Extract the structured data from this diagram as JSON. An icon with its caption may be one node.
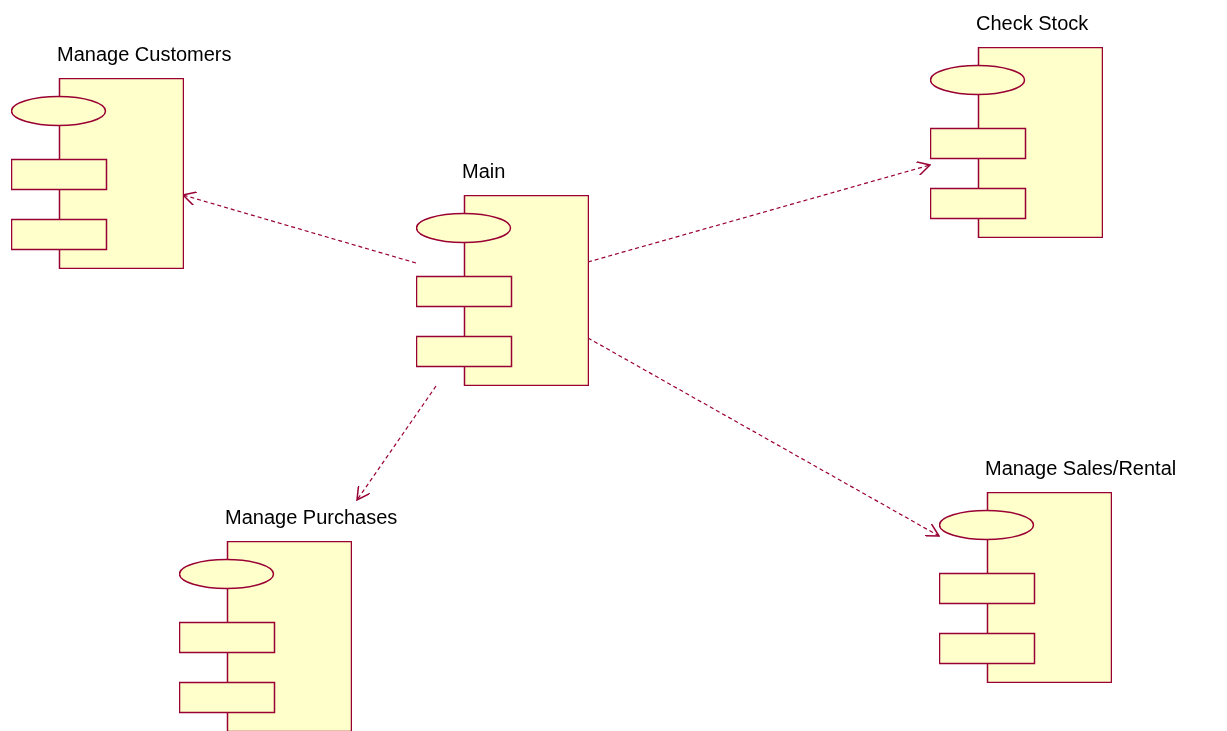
{
  "diagram": {
    "nodes": [
      {
        "text": [
          "Main"
        ]
      },
      {
        "text": [
          "Manage Customers"
        ]
      },
      {
        "text": [
          "Check Stock"
        ]
      },
      {
        "text": [
          "Manage Purchases"
        ]
      },
      {
        "text": [
          "Manage Sales/Rental"
        ]
      }
    ],
    "edges": [
      {
        "from": 0,
        "to": 1,
        "arrow": "to",
        "style": "dashed"
      },
      {
        "from": 0,
        "to": 2,
        "arrow": "to",
        "style": "dashed"
      },
      {
        "from": 0,
        "to": 3,
        "arrow": "to",
        "style": "dashed"
      },
      {
        "from": 0,
        "to": 4,
        "arrow": "to",
        "style": "dashed"
      }
    ]
  }
}
